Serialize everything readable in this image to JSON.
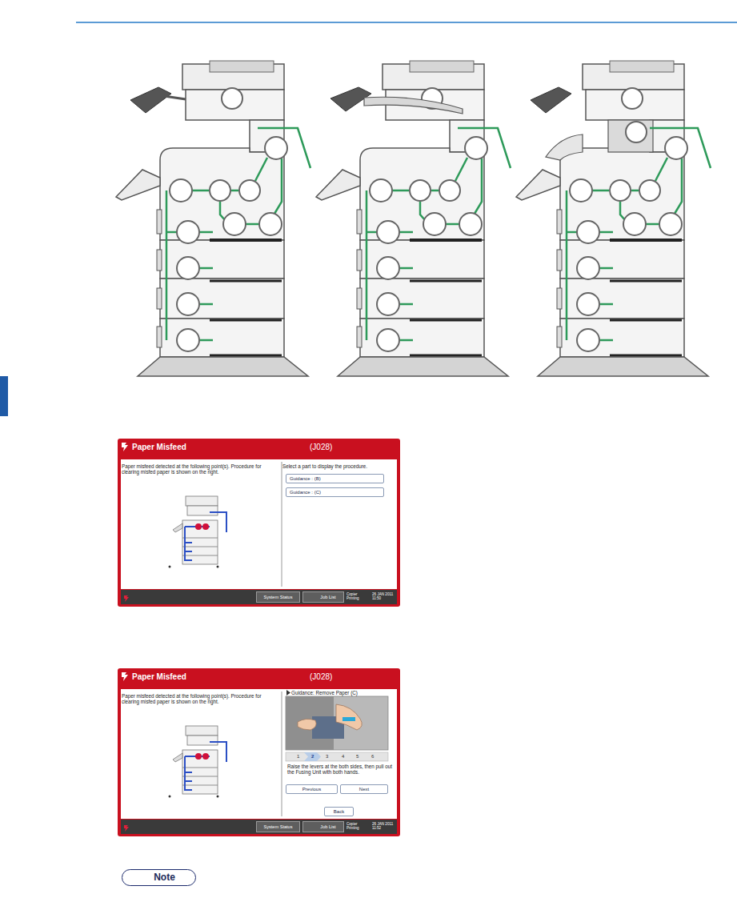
{
  "diagram": {
    "nodes": [
      {
        "text": [
          "Paper Misfeed",
          "(J028)",
          "Paper misfeed detected at the following point(s). Procedure for clearing misfed paper is shown on the right.",
          "Select a part to display the procedure.",
          "Copier Printing",
          "26 JAN 2011 11:50"
        ]
      },
      {
        "text": [
          "Guidance : (B)"
        ],
        "in": 0
      },
      {
        "text": [
          "Guidance : (C)"
        ],
        "in": 0
      },
      {
        "text": [
          "System Status"
        ],
        "in": 0
      },
      {
        "text": [
          "Job List"
        ],
        "in": 0
      },
      {
        "text": [
          "Paper Misfeed",
          "(J028)",
          "Paper misfeed detected at the following point(s). Procedure for clearing misfed paper is shown on the right.",
          "Guidance: Remove Paper (C)",
          "1",
          "2",
          "3",
          "4",
          "5",
          "6",
          "Raise the levers at the both sides, then pull out the Fusing Unit with both hands.",
          "Copier Printing",
          "26 JAN 2011 11:52"
        ]
      },
      {
        "text": [
          "Previous"
        ],
        "in": 5
      },
      {
        "text": [
          "Next"
        ],
        "in": 5
      },
      {
        "text": [
          "Back"
        ],
        "in": 5
      },
      {
        "text": [
          "System Status"
        ],
        "in": 5
      },
      {
        "text": [
          "Job List"
        ],
        "in": 5
      },
      {
        "text": [
          "Note"
        ]
      }
    ]
  }
}
